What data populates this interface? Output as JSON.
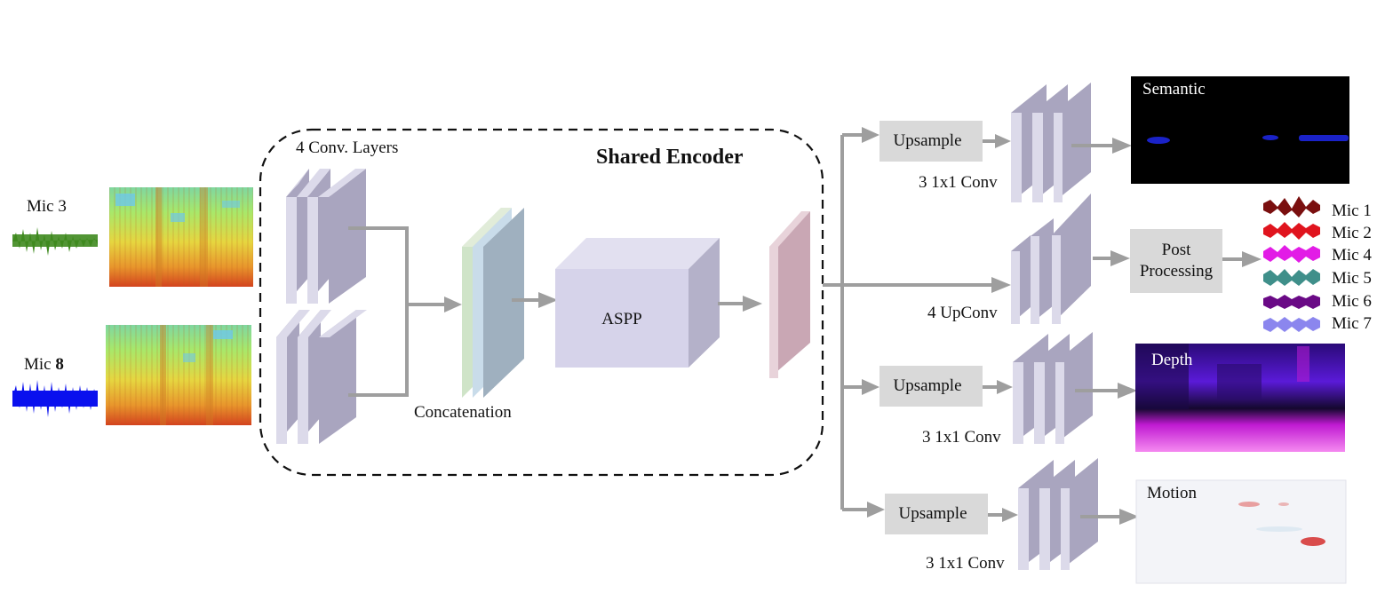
{
  "encoder": {
    "title": "Shared Encoder",
    "conv_layers_label": "4 Conv. Layers",
    "concat_label": "Concatenation",
    "aspp_label": "ASPP"
  },
  "inputs": [
    {
      "label": "Mic 3",
      "waveform_color": "#3f8a1f"
    },
    {
      "label_prefix": "Mic ",
      "label_num": "8",
      "waveform_color": "#0a10ee"
    }
  ],
  "heads": [
    {
      "upsample_label": "Upsample",
      "conv_label": "3 1x1 Conv",
      "output_label": "Semantic"
    },
    {
      "conv_label": "4 UpConv",
      "post_label_line1": "Post",
      "post_label_line2": "Processing"
    },
    {
      "upsample_label": "Upsample",
      "conv_label": "3 1x1 Conv",
      "output_label": "Depth"
    },
    {
      "upsample_label": "Upsample",
      "conv_label": "3 1x1 Conv",
      "output_label": "Motion"
    }
  ],
  "audio_outputs": [
    {
      "label": "Mic 1",
      "color": "#7a0f0f"
    },
    {
      "label": "Mic 2",
      "color": "#e0141e"
    },
    {
      "label": "Mic 4",
      "color": "#e21ce6"
    },
    {
      "label": "Mic 5",
      "color": "#3f8f8a"
    },
    {
      "label": "Mic 6",
      "color": "#6a0a86"
    },
    {
      "label": "Mic 7",
      "color": "#8b86ee"
    }
  ],
  "colors": {
    "arrow": "#9e9e9e",
    "layer_face": "#a9a5bf",
    "layer_side": "#dcdaea",
    "box_fill": "#d9d9d9",
    "aspp_front": "#d6d3ea"
  }
}
